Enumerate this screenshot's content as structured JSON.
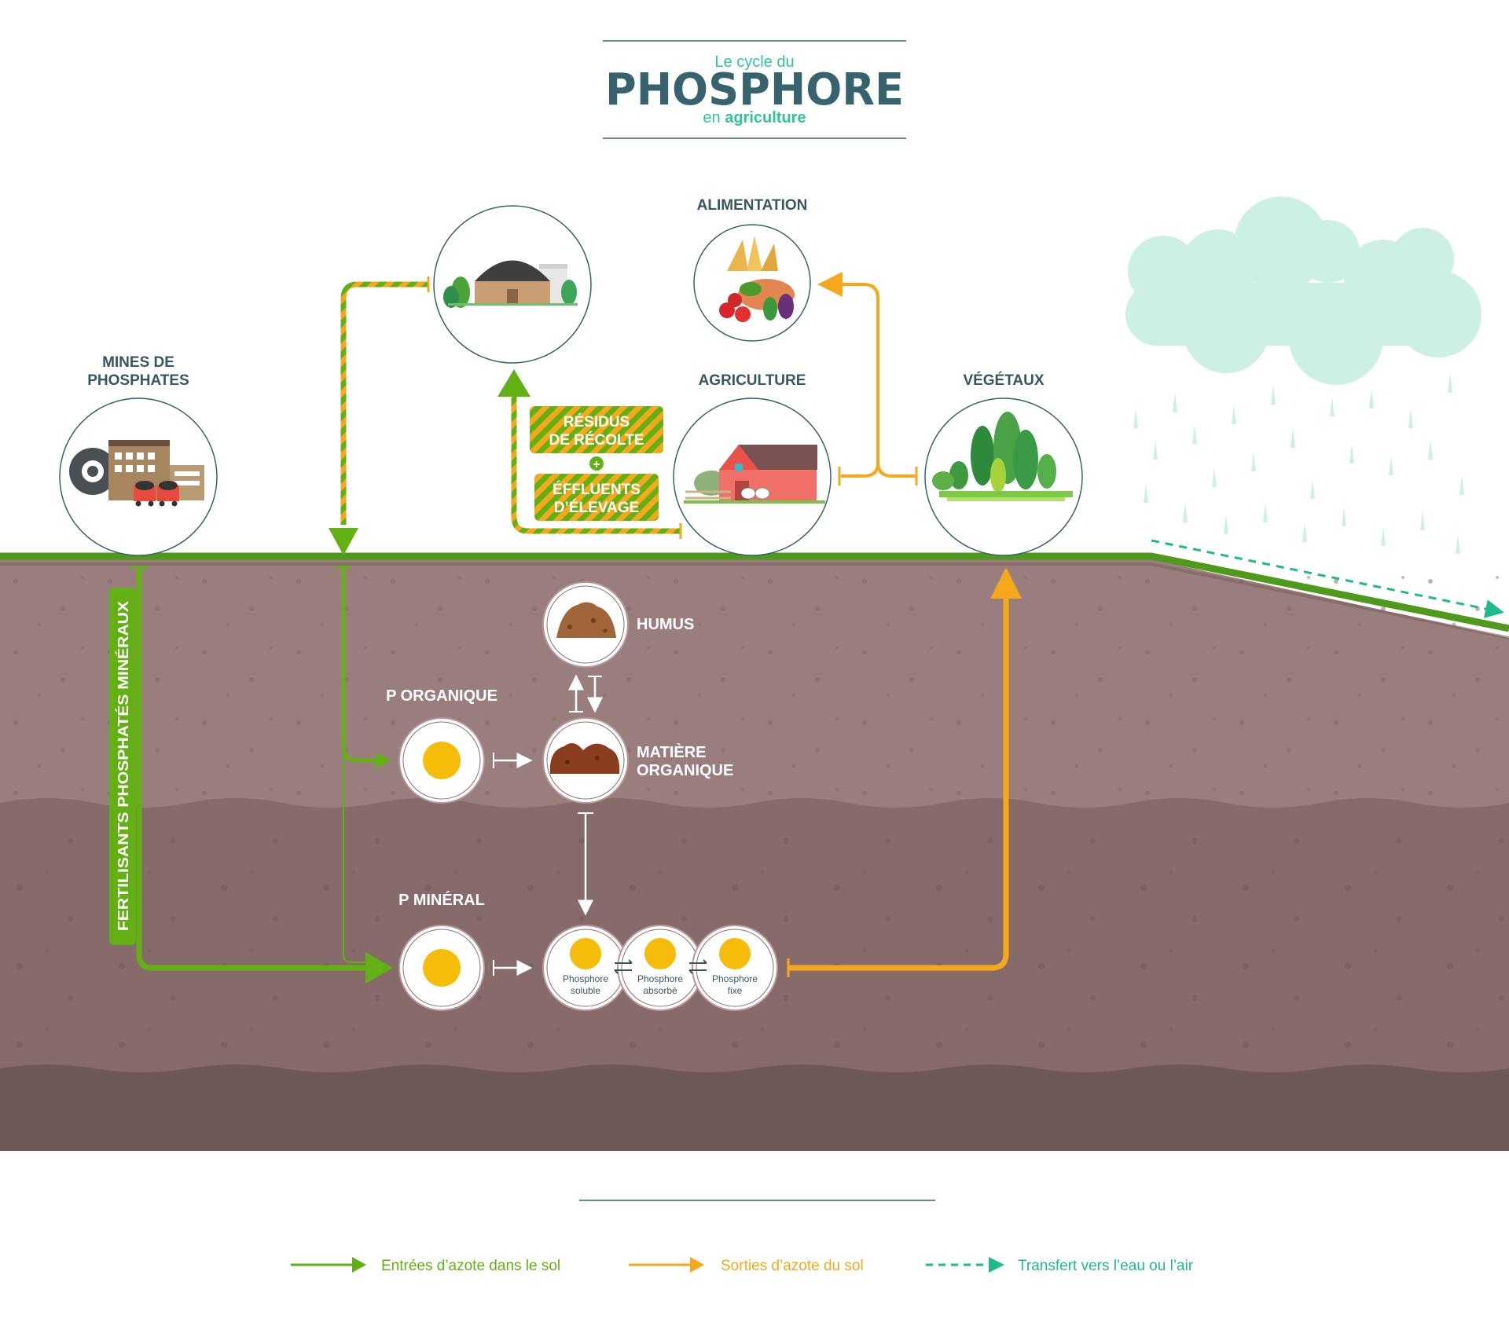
{
  "title": {
    "line1": "Le cycle du",
    "main": "PHOSPHORE",
    "line3_prefix": "en",
    "line3_bold": "agriculture"
  },
  "nodes": {
    "mines": {
      "line1": "MINES DE",
      "line2": "PHOSPHATES"
    },
    "alimentation": "ALIMENTATION",
    "agriculture": "AGRICULTURE",
    "vegetaux": "VÉGÉTAUX",
    "humus": "HUMUS",
    "p_organique": "P ORGANIQUE",
    "matiere": {
      "line1": "MATIÈRE",
      "line2": "ORGANIQUE"
    },
    "p_mineral": "P MINÉRAL"
  },
  "tags": {
    "residus": {
      "line1": "RÉSIDUS",
      "line2": "DE RÉCOLTE"
    },
    "plus": "+",
    "effluents": {
      "line1": "ÉFFLUENTS",
      "line2": "D’ÉLEVAGE"
    }
  },
  "vertical_label": "FERTILISANTS PHOSPHATÉS MINÉRAUX",
  "phosphore_states": [
    {
      "line1": "Phosphore",
      "line2": "soluble"
    },
    {
      "line1": "Phosphore",
      "line2": "absorbé"
    },
    {
      "line1": "Phosphore",
      "line2": "fixe"
    }
  ],
  "legend": [
    {
      "label": "Entrées d’azote dans le sol",
      "color": "#63b014",
      "style": "solid"
    },
    {
      "label": "Sorties d’azote du sol",
      "color": "#f5a81c",
      "style": "solid"
    },
    {
      "label": "Transfert vers l’eau ou l’air",
      "color": "#1fba8c",
      "style": "dashed"
    }
  ],
  "colors": {
    "title_dark": "#37636e",
    "accent_teal": "#2fc49a",
    "input_green": "#63b014",
    "output_orange": "#f5a81c",
    "soil_top": "#9a7e7e",
    "soil_mid": "#876b6b",
    "soil_bottom": "#6d5956",
    "grass": "#4f9a1d",
    "cloud": "#cdf0e4"
  }
}
